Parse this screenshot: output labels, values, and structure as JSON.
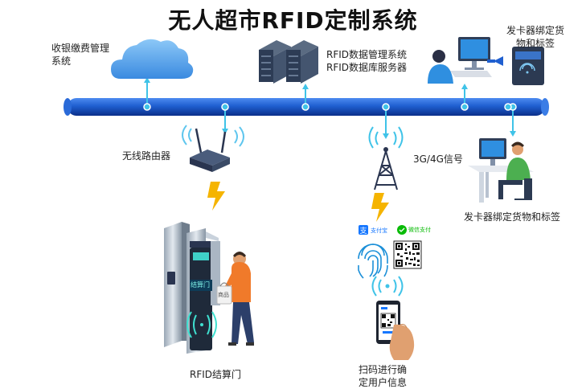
{
  "title": "无人超市RFID定制系统",
  "nodes": {
    "cashier": {
      "line1": "收银缴费管理",
      "line2": "系统"
    },
    "server": {
      "line1": "RFID数据管理系统",
      "line2": "RFID数据库服务器"
    },
    "card_issuer_top": {
      "line1": "发卡器绑定货",
      "line2": "物和标签"
    },
    "router": {
      "label": "无线路由器"
    },
    "signal": {
      "label": "3G/4G信号"
    },
    "card_issuer_right": {
      "label": "发卡器绑定货物和标签"
    },
    "gate": {
      "label": "RFID结算门",
      "sign": "结算门",
      "bag": "商品"
    },
    "payment": {
      "line1": "扫码进行确",
      "line2": "定用户信息",
      "alipay": "支付宝",
      "wechat": "微信支付"
    }
  },
  "colors": {
    "bus": "#1f5fd0",
    "bus_dark": "#0b2f8a",
    "connector": "#3fc3e8",
    "cloud": "#5ba8ec",
    "lightning": "#f5b400"
  }
}
